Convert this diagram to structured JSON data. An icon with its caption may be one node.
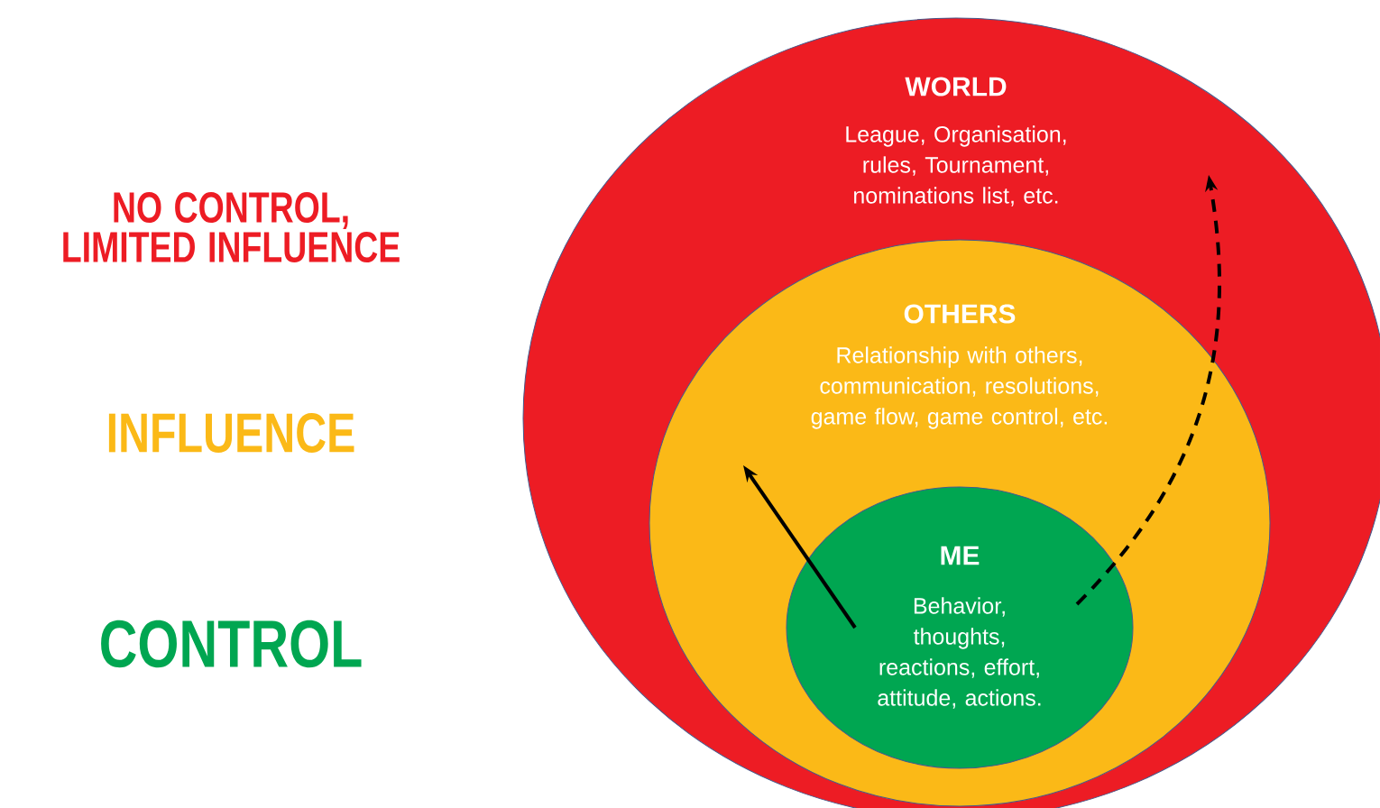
{
  "diagram": {
    "nodes": [
      {
        "text": [
          "WORLD",
          "League, Organisation, rules, Tournament, nominations list, etc."
        ]
      },
      {
        "text": [
          "OTHERS",
          "Relationship with others, communication, resolutions, game flow, game control, etc."
        ],
        "in": 0
      },
      {
        "text": [
          "ME",
          "Behavior, thoughts, reactions, effort, attitude, actions."
        ],
        "in": 1
      }
    ],
    "edges": [
      {
        "from": 2,
        "to": 1,
        "arrow": "to"
      },
      {
        "from": 2,
        "to": 0,
        "arrow": "to",
        "style": "dashed"
      }
    ],
    "labels": [
      "NO CONTROL, LIMITED INFLUENCE",
      "INFLUENCE",
      "CONTROL"
    ]
  }
}
